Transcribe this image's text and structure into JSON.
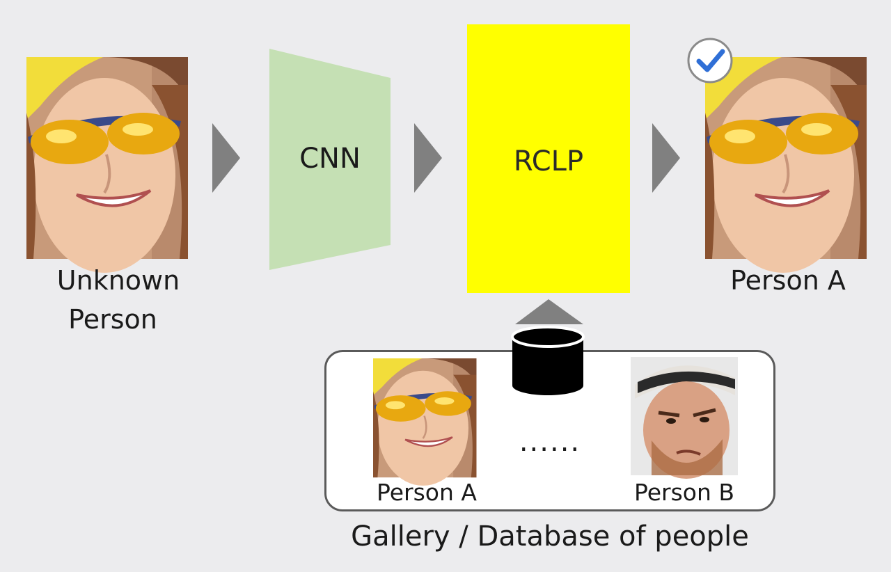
{
  "diagram": {
    "input_label_line1": "Unknown",
    "input_label_line2": "Person",
    "cnn_label": "CNN",
    "rclp_label": "RCLP",
    "output_label": "Person A",
    "gallery_item_a_label": "Person A",
    "gallery_item_b_label": "Person B",
    "ellipsis": "......",
    "gallery_caption": "Gallery / Database of people"
  },
  "colors": {
    "background": "#ececee",
    "cnn_fill": "#c5e0b4",
    "rclp_fill": "#ffff00",
    "arrow_fill": "#808080",
    "check_accent": "#2f6fd6"
  },
  "icons": {
    "arrow": "triangle-right-icon",
    "database": "database-cylinder-icon",
    "check": "check-circle-icon",
    "face": "face-photo-icon"
  }
}
